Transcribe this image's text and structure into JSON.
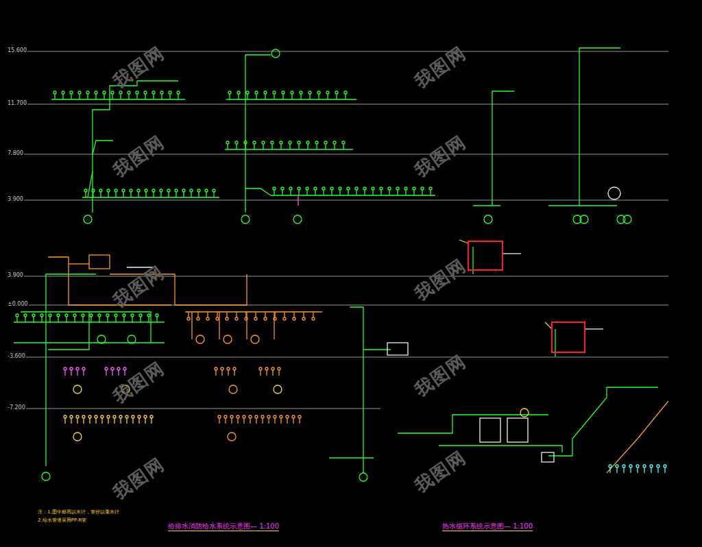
{
  "diagram": {
    "labels": [
      "15.600",
      "11.700",
      "7.800",
      "3.900",
      "3.900",
      "±0.000",
      "-3.600",
      "-7.200",
      "给排水消防给水系统示意图— 1:100",
      "热水循环系统示意图— 1:100",
      "注：1.图中标高以米计，管径以毫米计",
      "2.给水管道采用PP-R管",
      "我图网",
      "我图网",
      "我图网",
      "我图网",
      "我图网",
      "我图网",
      "我图网",
      "我图网",
      "我图网",
      "我图网"
    ]
  }
}
